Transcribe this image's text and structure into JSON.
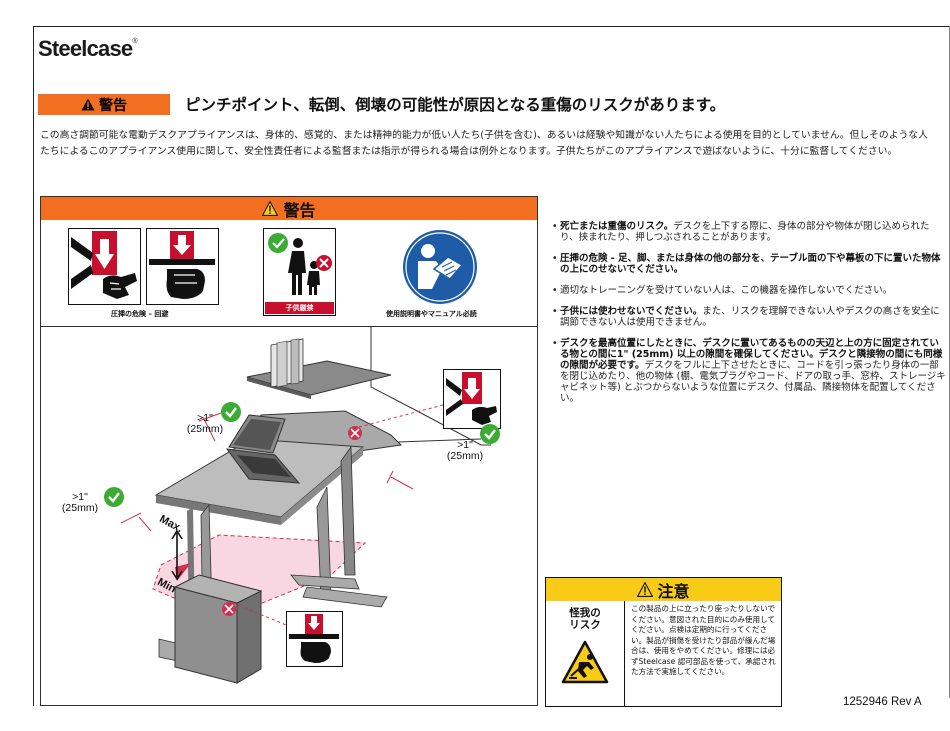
{
  "brand": {
    "logo": "Steelcase",
    "reg": "®"
  },
  "warning": {
    "label": "警告",
    "title": "ピンチポイント、転倒、倒壊の可能性が原因となる重傷のリスクがあります。",
    "intro": "この高さ調節可能な電動デスクアプライアンスは、身体的、感覚的、または精神的能力が低い人たち(子供を含む)、あるいは経験や知識がない人たちによる使用を目的としていません。但しそのような人たちによるこのアプライアンス使用に関して、安全性責任者による監督または指示が得られる場合は例外となります。子供たちがこのアプライアンスで遊ばないように、十分に監督してください。"
  },
  "panel": {
    "header": "警告",
    "captions": {
      "pinch": "圧挿の危険 – 回避",
      "children": "子供厳禁",
      "manual": "使用説明書やマニュアル必読"
    },
    "diagram": {
      "dim_label_1": ">1\"",
      "dim_unit_1": "(25mm)",
      "dim_label_2": ">1\"",
      "dim_unit_2": "(25mm)",
      "dim_label_3": ">1\"",
      "dim_unit_3": "(25mm)",
      "max_label": "Max.",
      "min_label": "Min"
    }
  },
  "bullets": [
    {
      "bold": "死亡または重傷のリスク。",
      "text": "デスクを上下する際に、身体の部分や物体が閉じ込められたり、挟まれたり、押しつぶされることがあります。"
    },
    {
      "bold": "圧挿の危険 - 足、脚、または身体の他の部分を、テーブル面の下や幕板の下に置いた物体の上にのせないでください。",
      "text": ""
    },
    {
      "bold": "",
      "text": "適切なトレーニングを受けていない人は、この機器を操作しないでください。"
    },
    {
      "bold": "子供には使わせないでください。",
      "text": "また、リスクを理解できない人やデスクの高さを安全に調節できない人は使用できません。"
    },
    {
      "bold": "デスクを最高位置にしたときに、デスクに置いてあるものの天辺と上の方に固定されている物との間に1\" (25mm) 以上の隙間を確保してください。デスクと隣接物の間にも同様の隙間が必要です。",
      "text": "デスクをフルに上下させたときに、コードを引っ張ったり身体の一部を閉じ込めたり、他の物体 (棚、電気プラグやコード、ドアの取っ手、窓枠、ストレージキャビネット等) とぶつからないような位置にデスク、付属品、隣接物体を配置してください。"
    }
  ],
  "caution": {
    "header": "注意",
    "risk_line1": "怪我の",
    "risk_line2": "リスク",
    "text": "この製品の上に立ったり座ったりしないでください。意図された目的にのみ使用してください。点検は定期的に行ってください。製品が損傷を受けたり部品が緩んだ場合は、使用をやめてください。修理には必ずSteelcase 認可部品を使って、承認された方法で実施してください。"
  },
  "doc_number": "1252946 Rev A",
  "colors": {
    "warning_orange": "#f26f21",
    "caution_yellow": "#f8cc16",
    "prohibition_red": "#c8102e",
    "mandatory_blue": "#1f5ca8",
    "check_green": "#3cab34"
  }
}
